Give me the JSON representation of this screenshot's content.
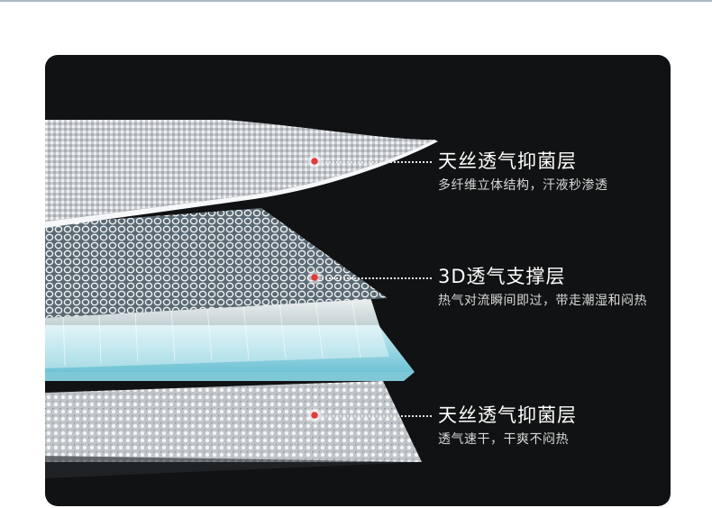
{
  "layers": [
    {
      "title": "天丝透气抑菌层",
      "desc": "多纤维立体结构，汗液秒渗透"
    },
    {
      "title": "3D透气支撑层",
      "desc": "热气对流瞬间即过，带走潮湿和闷热"
    },
    {
      "title": "天丝透气抑菌层",
      "desc": "透气速干，干爽不闷热"
    }
  ],
  "colors": {
    "panel_background": "#111213",
    "marker": "#e23b3b",
    "gel_layer": "#8fd3e0",
    "fabric": "#d9dde0"
  }
}
